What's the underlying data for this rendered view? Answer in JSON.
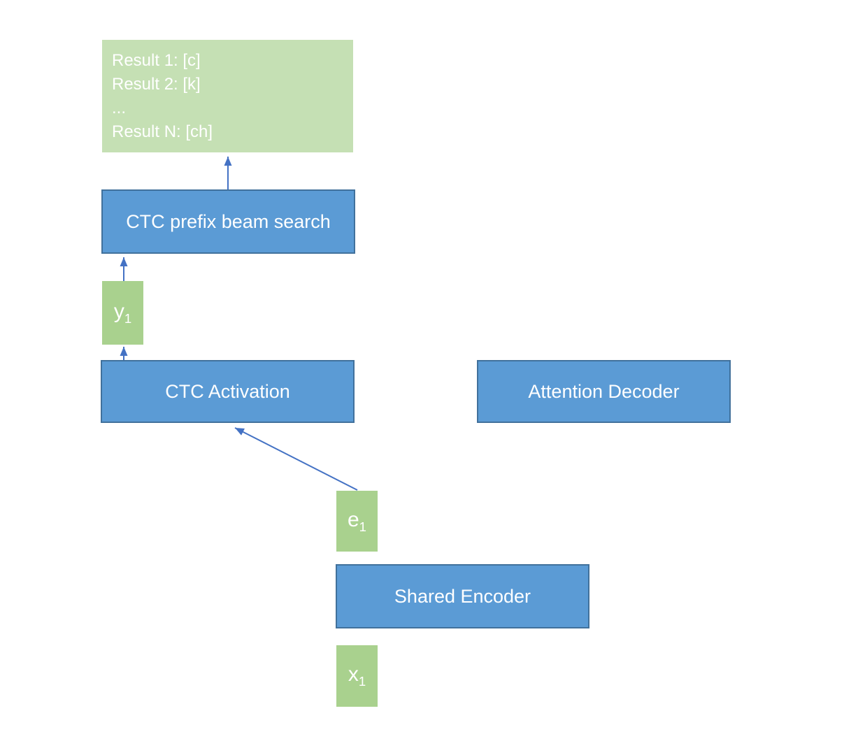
{
  "colors": {
    "process_box_fill": "#5b9bd5",
    "process_box_border": "#41719c",
    "data_box_fill": "#a9d18e",
    "results_box_fill": "#c5e0b4",
    "arrow": "#4472c4",
    "text": "#ffffff",
    "background": "#ffffff"
  },
  "diagram": {
    "results_box": {
      "lines": [
        "Result 1: [c]",
        "Result 2: [k]",
        "...",
        "Result N: [ch]"
      ]
    },
    "ctc_prefix_box": {
      "label": "CTC prefix beam search"
    },
    "y1_box": {
      "base": "y",
      "sub": "1"
    },
    "ctc_activation_box": {
      "label": "CTC Activation"
    },
    "attention_decoder_box": {
      "label": "Attention Decoder"
    },
    "e1_box": {
      "base": "e",
      "sub": "1"
    },
    "shared_encoder_box": {
      "label": "Shared Encoder"
    },
    "x1_box": {
      "base": "x",
      "sub": "1"
    },
    "arrows": [
      {
        "from": "ctc_prefix_box",
        "to": "results_box"
      },
      {
        "from": "y1_box",
        "to": "ctc_prefix_box"
      },
      {
        "from": "ctc_activation_box",
        "to": "y1_box"
      },
      {
        "from": "e1_box",
        "to": "ctc_activation_box"
      }
    ]
  }
}
